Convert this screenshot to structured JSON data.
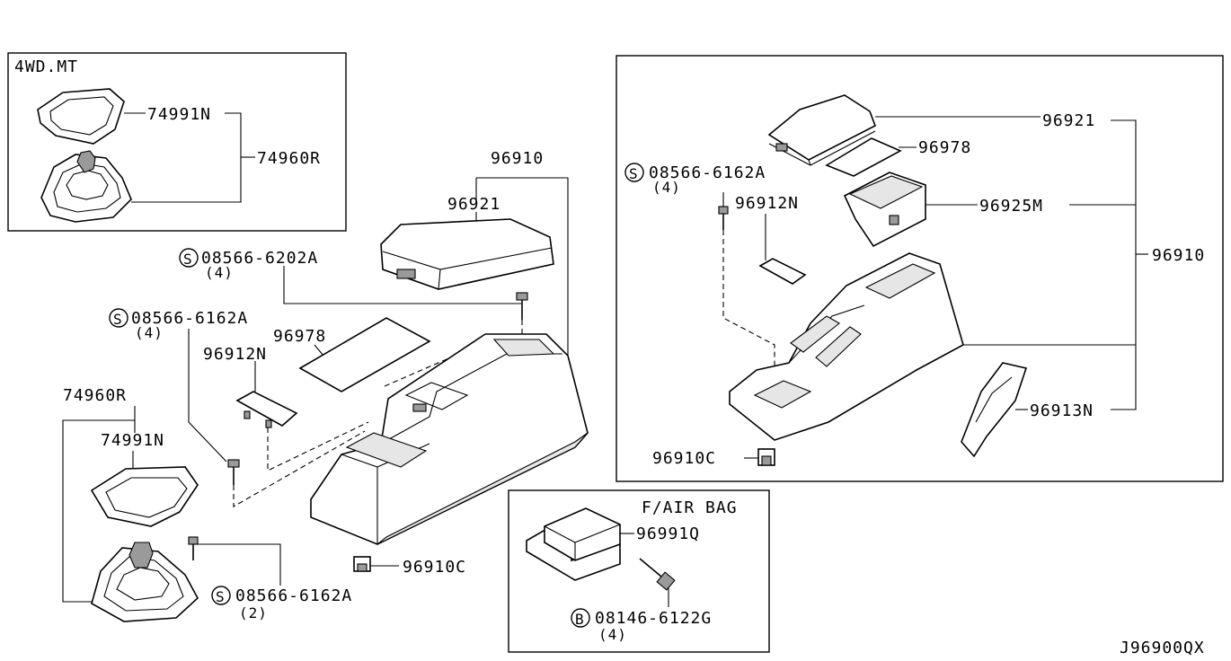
{
  "diagram_code": "J96900QX",
  "panels": {
    "manual_4wd": {
      "title": "4WD.MT"
    },
    "airbag": {
      "title": "F/AIR BAG"
    }
  },
  "labels": {
    "p74991n_top": "74991N",
    "p74960r_top": "74960R",
    "p96910_main": "96910",
    "p96921_main": "96921",
    "s_6202a": "08566-6202A",
    "s_6202a_qty": "(4)",
    "s_6162a_left": "08566-6162A",
    "s_6162a_left_qty": "(4)",
    "p96978_main": "96978",
    "p96912n_main": "96912N",
    "p74960r_left": "74960R",
    "p74991n_left": "74991N",
    "s_6162a_bottom": "08566-6162A",
    "s_6162a_bottom_qty": "(2)",
    "p96910c_main": "96910C",
    "p96921_right": "96921",
    "p96978_right": "96978",
    "s_6162a_right": "08566-6162A",
    "s_6162a_right_qty": "(4)",
    "p96912n_right": "96912N",
    "p96925m_right": "96925M",
    "p96910_right": "96910",
    "p96913n_right": "96913N",
    "p96910c_right": "96910C",
    "p96991q": "96991Q",
    "b_6122g": "08146-6122G",
    "b_6122g_qty": "(4)"
  },
  "symbols": {
    "screw": "S",
    "bolt": "B"
  }
}
